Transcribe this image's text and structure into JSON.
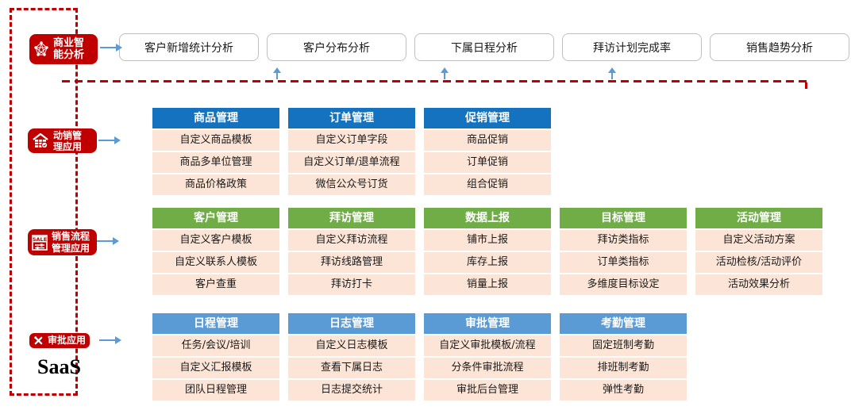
{
  "colors": {
    "accent_red": "#C00000",
    "cell_bg": "#FCE4D6",
    "arrow_blue": "#5B9BD5",
    "bi_section_header": "#1472BE",
    "sales_section_header": "#70AD47",
    "approval_section_header": "#5B9BD5",
    "box_border": "#BFBFBF"
  },
  "saas_label": "SaaS",
  "bi": {
    "label": "商业智\n能分析",
    "icon": "network-icon",
    "boxes": [
      "客户新增统计分析",
      "客户分布分析",
      "下属日程分析",
      "拜访计划完成率",
      "销售趋势分析"
    ]
  },
  "sections": [
    {
      "label": "动销管\n理应用",
      "icon": "store-icon",
      "header_color": "#1472BE",
      "columns": [
        {
          "header": "商品管理",
          "items": [
            "自定义商品模板",
            "商品多单位管理",
            "商品价格政策"
          ]
        },
        {
          "header": "订单管理",
          "items": [
            "自定义订单字段",
            "自定义订单/退单流程",
            "微信公众号订货"
          ]
        },
        {
          "header": "促销管理",
          "items": [
            "商品促销",
            "订单促销",
            "组合促销"
          ]
        }
      ]
    },
    {
      "label": "销售流程\n管理应用",
      "icon": "sale-settings-icon",
      "header_color": "#70AD47",
      "columns": [
        {
          "header": "客户管理",
          "items": [
            "自定义客户模板",
            "自定义联系人模板",
            "客户查重"
          ]
        },
        {
          "header": "拜访管理",
          "items": [
            "自定义拜访流程",
            "拜访线路管理",
            "拜访打卡"
          ]
        },
        {
          "header": "数据上报",
          "items": [
            "铺市上报",
            "库存上报",
            "销量上报"
          ]
        },
        {
          "header": "目标管理",
          "items": [
            "拜访类指标",
            "订单类指标",
            "多维度目标设定"
          ]
        },
        {
          "header": "活动管理",
          "items": [
            "自定义活动方案",
            "活动检核/活动评价",
            "活动效果分析"
          ]
        }
      ]
    },
    {
      "label": "审批应用",
      "icon": "crossed-tools-icon",
      "header_color": "#5B9BD5",
      "columns": [
        {
          "header": "日程管理",
          "items": [
            "任务/会议/培训",
            "自定义汇报模板",
            "团队日程管理"
          ]
        },
        {
          "header": "日志管理",
          "items": [
            "自定义日志模板",
            "查看下属日志",
            "日志提交统计"
          ]
        },
        {
          "header": "审批管理",
          "items": [
            "自定义审批模板/流程",
            "分条件审批流程",
            "审批后台管理"
          ]
        },
        {
          "header": "考勤管理",
          "items": [
            "固定班制考勤",
            "排班制考勤",
            "弹性考勤"
          ]
        }
      ]
    }
  ]
}
